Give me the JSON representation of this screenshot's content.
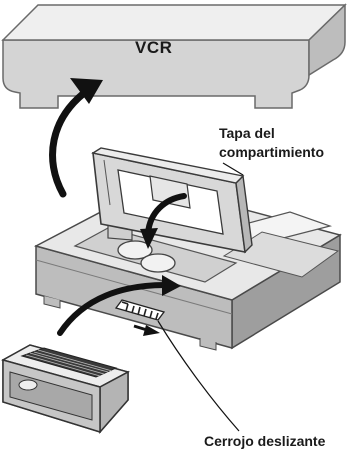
{
  "vcr_label": "VCR",
  "lid_label_line1": "Tapa del",
  "lid_label_line2": "compartimiento",
  "latch_label": "Cerrojo deslizante"
}
